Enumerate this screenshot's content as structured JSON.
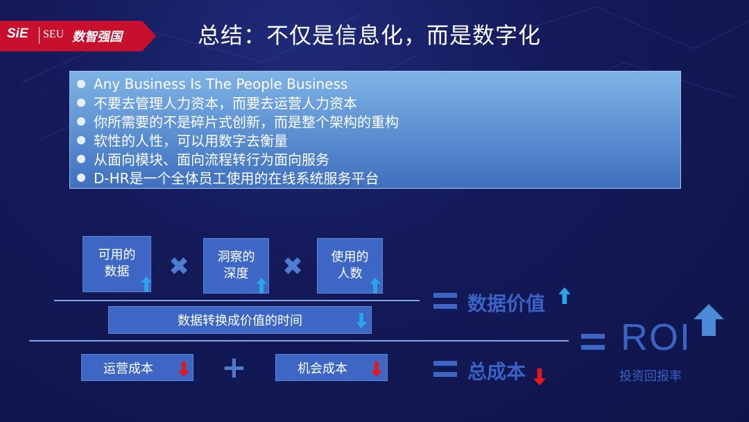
{
  "header": {
    "logo_sie": "SiE",
    "logo_seu": "SEU",
    "logo_tag": "数智强国",
    "title": "总结：不仅是信息化，而是数字化"
  },
  "bullets": [
    "Any Business Is The People Business",
    "不要去管理人力资本，而要去运营人力资本",
    "你所需要的不是碎片式创新，而是整个架构的重构",
    "软性的人性，可以用数字去衡量",
    "从面向模块、面向流程转行为面向服务",
    "D-HR是一个全体员工使用的在线系统服务平台"
  ],
  "formula": {
    "factors": [
      "可用的\n数据",
      "洞察的\n深度",
      "使用的\n人数"
    ],
    "factor1_l1": "可用的",
    "factor1_l2": "数据",
    "factor2_l1": "洞察的",
    "factor2_l2": "深度",
    "factor3_l1": "使用的",
    "factor3_l2": "人数",
    "times_symbol": "✖",
    "denominator": "数据转换成价值的时间",
    "data_value": "数据价值",
    "cost1": "运营成本",
    "cost2": "机会成本",
    "plus_symbol": "+",
    "total_cost": "总成本",
    "roi": "ROI",
    "roi_sub": "投资回报率"
  },
  "colors": {
    "background": "#141a5a",
    "accent_red": "#c8102e",
    "box_blue": "#3e66c4",
    "arrow_up": "#2aa6e8",
    "arrow_down": "#e0191c"
  },
  "icons": [
    "up-arrow-icon",
    "down-arrow-icon",
    "times-icon",
    "plus-icon",
    "equals-icon"
  ]
}
